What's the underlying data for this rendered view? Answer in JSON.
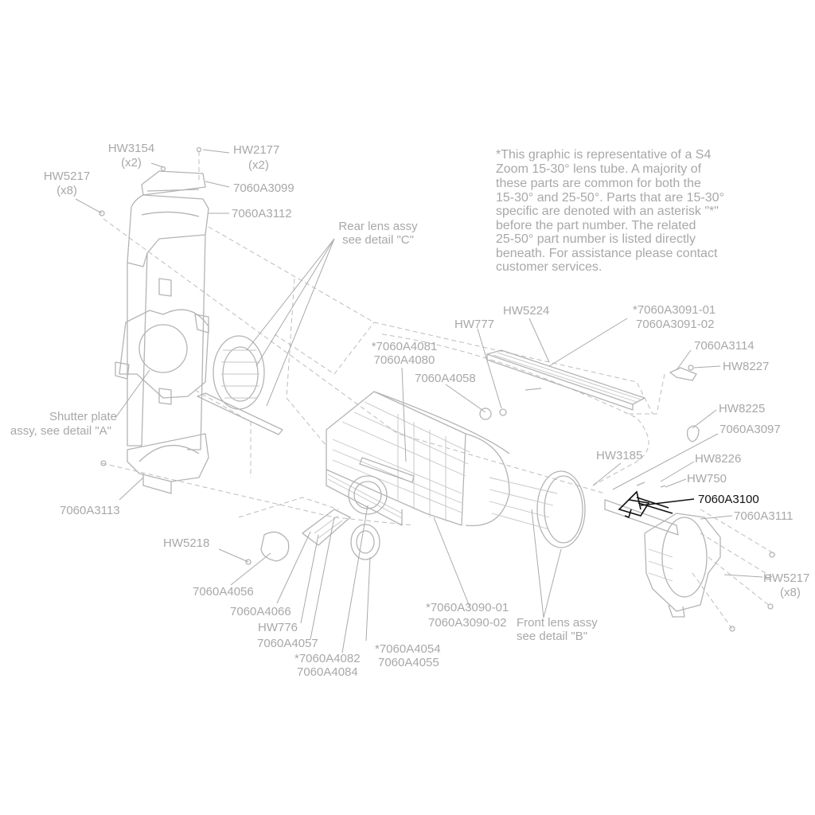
{
  "note_lines": [
    "*This graphic is representative of a S4",
    "Zoom 15-30° lens tube. A majority of",
    "these parts are common for both the",
    "15-30° and 25-50°. Parts that are 15-30°",
    "specific are denoted with an asterisk \"*\"",
    "before the part number. The related",
    "25-50° part number is listed directly",
    "beneath.  For assistance please contact",
    "customer services."
  ],
  "labels": {
    "hw3154": "HW3154",
    "hw3154_qty": "(x2)",
    "hw2177": "HW2177",
    "hw2177_qty": "(x2)",
    "p7060a3099": "7060A3099",
    "hw5217_left": "HW5217",
    "hw5217_left_qty": "(x8)",
    "p7060a3112": "7060A3112",
    "rear_lens_1": "Rear lens assy",
    "rear_lens_2": "see detail \"C\"",
    "shutter_1": "Shutter plate",
    "shutter_2": "assy, see detail \"A\"",
    "p7060a3113": "7060A3113",
    "hw5218": "HW5218",
    "p7060a4056": "7060A4056",
    "p7060a4066": "7060A4066",
    "hw776": "HW776",
    "p7060a4057": "7060A4057",
    "p7060a4082": "*7060A4082",
    "p7060a4084": "7060A4084",
    "p7060a4054": "*7060A4054",
    "p7060a4055": "7060A4055",
    "p7060a3090_01": "*7060A3090-01",
    "p7060a3090_02": "7060A3090-02",
    "front_lens_1": "Front lens assy",
    "front_lens_2": "see detail \"B\"",
    "p7060a4081": "*7060A4081",
    "p7060a4080": "7060A4080",
    "p7060a4058": "7060A4058",
    "hw777": "HW777",
    "hw5224": "HW5224",
    "p7060a3091_01": "*7060A3091-01",
    "p7060a3091_02": "7060A3091-02",
    "p7060a3114": "7060A3114",
    "hw8227": "HW8227",
    "hw8225": "HW8225",
    "p7060a3097": "7060A3097",
    "hw3185": "HW3185",
    "hw8226": "HW8226",
    "hw750": "HW750",
    "p7060a3100": "7060A3100",
    "p7060a3111": "7060A3111",
    "hw5217_right": "HW5217",
    "hw5217_right_qty": "(x8)"
  },
  "colors": {
    "line": "#b4b4b4",
    "label": "#a8a8a8",
    "highlight": "#111111"
  }
}
